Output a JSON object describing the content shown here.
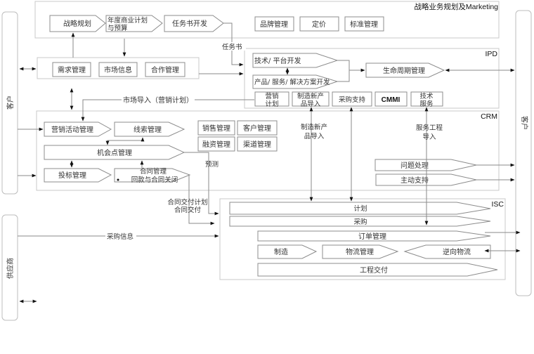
{
  "colors": {
    "line": "#8a8a8a",
    "frame": "#c8c8c8",
    "text": "#333333"
  },
  "actors": {
    "customer_left": "客户",
    "customer_right": "客户",
    "supplier": "供应商"
  },
  "strategy": {
    "title": "战略业务规划及Marketing",
    "flow": [
      "战略规划",
      "年度商业计划",
      "与预算",
      "任务书开发"
    ],
    "boxes": [
      "品牌管理",
      "定价",
      "标准管理"
    ]
  },
  "demand": {
    "boxes": [
      "需求管理",
      "市场信息",
      "合作管理"
    ]
  },
  "ipd": {
    "title": "IPD",
    "flow": [
      "技术/ 平台开发",
      "产品/ 服务/ 解决方案开发",
      "生命周期管理"
    ],
    "boxes": [
      {
        "l1": "营销",
        "l2": "计划"
      },
      {
        "l1": "制造新产",
        "l2": "品导入"
      },
      {
        "l1": "采购支持",
        "l2": ""
      },
      {
        "l1": "CMMI",
        "l2": ""
      },
      {
        "l1": "技术",
        "l2": "服务"
      }
    ]
  },
  "crm": {
    "title": "CRM",
    "flow": [
      "营销活动管理",
      "线索管理",
      "机会点管理",
      "投标管理",
      "合同管理",
      "回款与合同关闭"
    ],
    "boxes": [
      "销售管理",
      "客户管理",
      "融资管理",
      "渠道管理"
    ],
    "service": [
      "问题处理",
      "主动支持"
    ]
  },
  "isc": {
    "title": "ISC",
    "flow": [
      "计划",
      "采购",
      "订单管理",
      "制造",
      "物流管理",
      "逆向物流",
      "工程交付"
    ]
  },
  "labels": {
    "mission": "任务书",
    "market_input": "市场导入（营销计划）",
    "mfg_intro_1": "制造新产",
    "mfg_intro_2": "品导入",
    "service_intro_1": "服务工程",
    "service_intro_2": "导入",
    "forecast": "预测",
    "contract_plan_1": "合同交付计划",
    "contract_plan_2": "合同交付",
    "purchase_info": "采购信息"
  }
}
